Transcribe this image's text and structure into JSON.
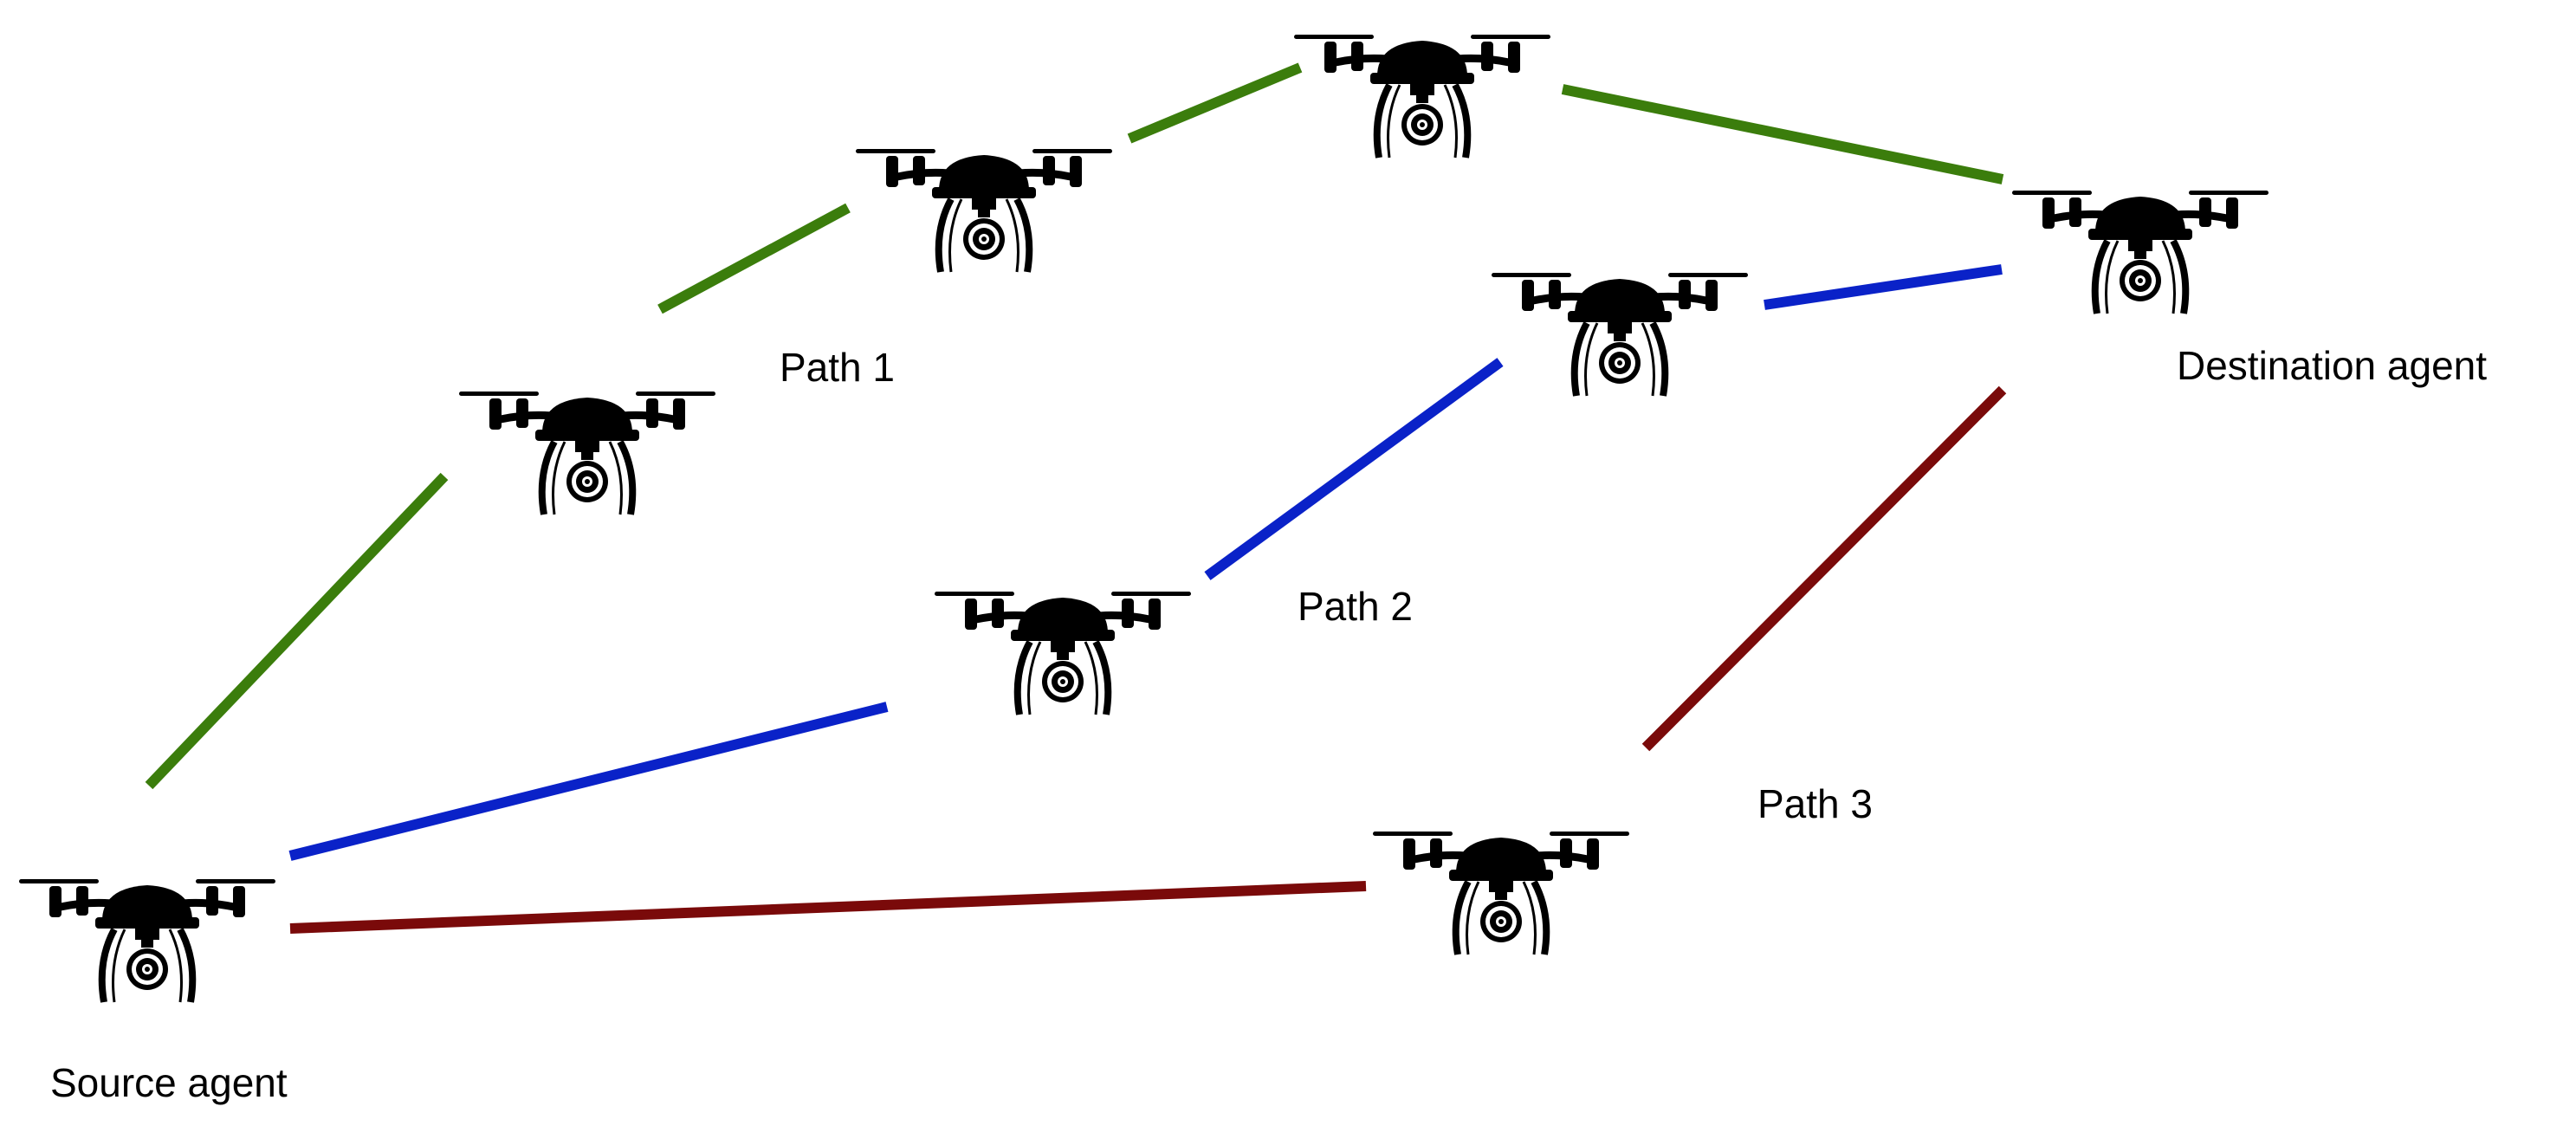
{
  "labels": {
    "source": "Source agent",
    "destination": "Destination agent",
    "path1": "Path 1",
    "path2": "Path 2",
    "path3": "Path 3"
  },
  "colors": {
    "path1": "#3b7d0c",
    "path2": "#0a22c8",
    "path3": "#7a0a0a",
    "drone": "#000000",
    "background": "#ffffff"
  },
  "icons": {
    "drone": "drone-icon"
  },
  "paths": [
    {
      "id": "path1",
      "color_key": "path1",
      "nodes": [
        "source",
        "p1-relay-1",
        "p1-relay-2",
        "p1-relay-3",
        "destination"
      ]
    },
    {
      "id": "path2",
      "color_key": "path2",
      "nodes": [
        "source",
        "p2-relay-1",
        "p2-relay-2",
        "destination"
      ]
    },
    {
      "id": "path3",
      "color_key": "path3",
      "nodes": [
        "source",
        "p3-relay-1",
        "destination"
      ]
    }
  ]
}
